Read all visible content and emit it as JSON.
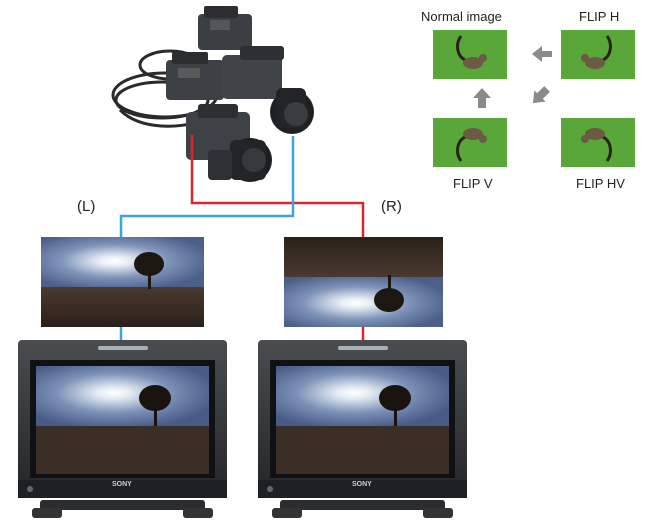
{
  "flip_legend": {
    "normal_label": "Normal image",
    "flip_h_label": "FLIP H",
    "flip_v_label": "FLIP V",
    "flip_hv_label": "FLIP HV",
    "arrow_color": "#8a8a8a"
  },
  "channels": {
    "left_label": "(L)",
    "right_label": "(R)",
    "left_color": "#3aa7dc",
    "right_color": "#d8262c"
  },
  "monitors": {
    "brand_left": "SONY",
    "brand_right": "SONY"
  }
}
